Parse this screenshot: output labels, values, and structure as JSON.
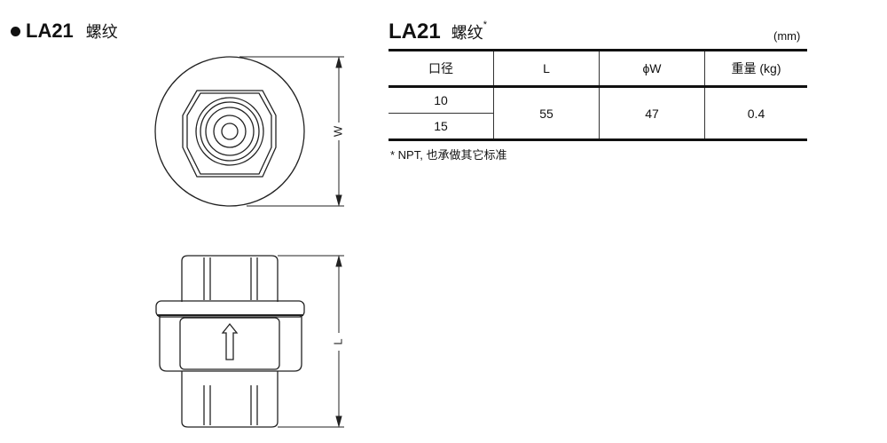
{
  "left_title": {
    "model": "LA21",
    "type": "螺纹"
  },
  "drawing": {
    "dim_w": "W",
    "dim_l": "L"
  },
  "right_title": {
    "model": "LA21",
    "type": "螺纹",
    "mark": "*"
  },
  "unit": "(mm)",
  "table": {
    "headers": [
      "口径",
      "L",
      "ϕW",
      "重量 (kg)"
    ],
    "sizes": [
      "10",
      "15"
    ],
    "L": "55",
    "W": "47",
    "weight": "0.4"
  },
  "note": "* NPT, 也承做其它标准"
}
